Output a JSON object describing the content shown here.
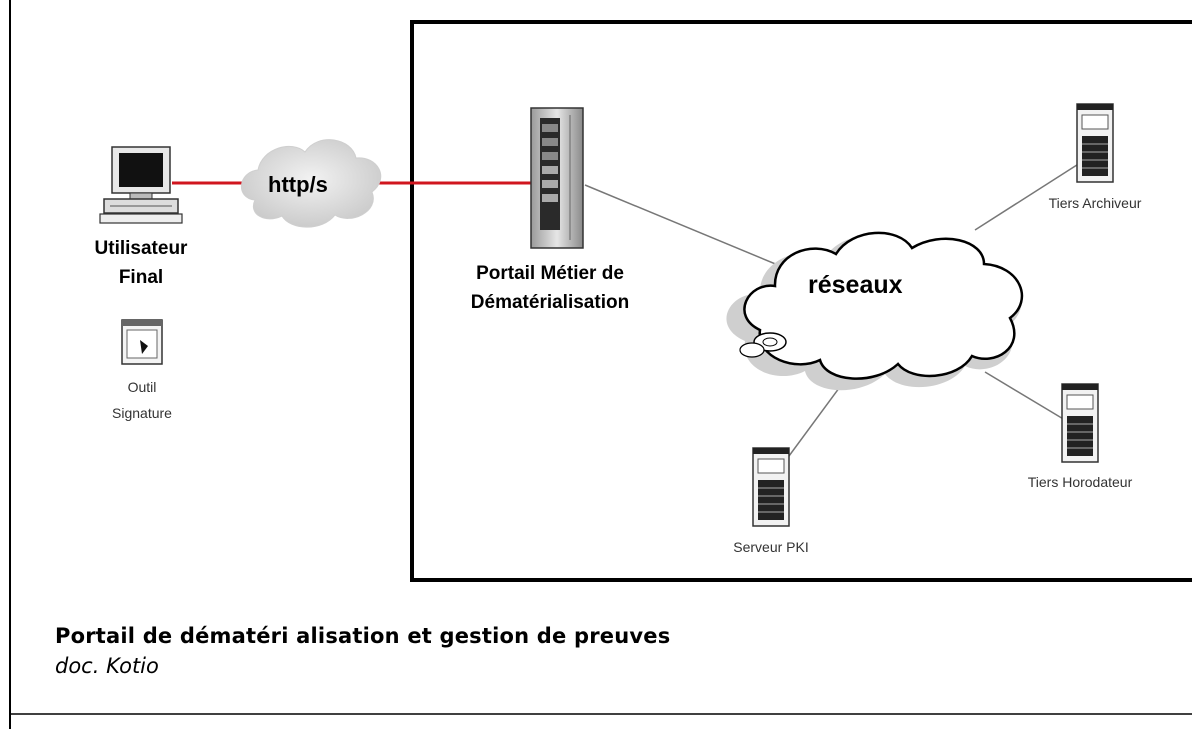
{
  "nodes": {
    "user_line1": "Utilisateur",
    "user_line2": "Final",
    "tool_line1": "Outil",
    "tool_line2": "Signature",
    "http_cloud": "http/s",
    "portal_line1": "Portail Métier de",
    "portal_line2": "Dématérialisation",
    "network_cloud": "réseaux",
    "archiver": "Tiers  Archiveur",
    "timestamp": "Tiers Horodateur",
    "pki": "Serveur PKI"
  },
  "caption": {
    "title": "Portail de dématéri alisation et gestion de preuves",
    "source": "doc. Kotio"
  },
  "colors": {
    "link_secure": "#d0151e",
    "link_network": "#777777",
    "border": "#000000"
  },
  "icons": [
    "computer-icon",
    "signature-tool-icon",
    "server-tower-icon",
    "server-icon"
  ]
}
